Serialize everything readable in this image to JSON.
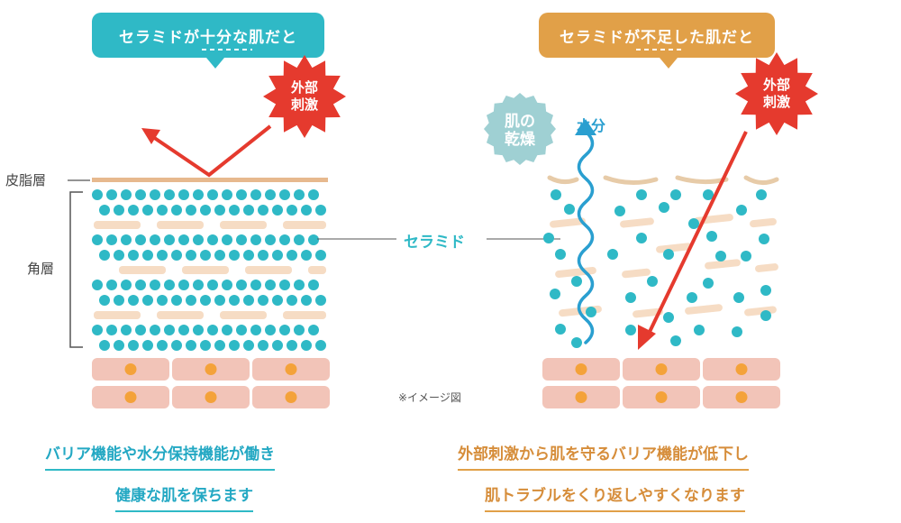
{
  "left_panel": {
    "bubble_text": "セラミドが十分な肌だと",
    "caption_line1": "バリア機能や水分保持機能が働き",
    "caption_line2": "健康な肌を保ちます",
    "burst_text": "外部\n刺激"
  },
  "right_panel": {
    "bubble_text": "セラミドが不足した肌だと",
    "caption_line1": "外部刺激から肌を守るバリア機能が低下し",
    "caption_line2": "肌トラブルをくり返しやすくなります",
    "burst_text": "外部\n刺激",
    "dryness_badge": "肌の\n乾燥",
    "water_label": "水分"
  },
  "labels": {
    "sebum_layer": "皮脂層",
    "stratum_corneum": "角層",
    "ceramide": "セラミド",
    "image_note": "※イメージ図"
  },
  "colors": {
    "teal": "#2fb9c6",
    "orange": "#e1a048",
    "red": "#e53a2e",
    "cell": "#f2c4b8",
    "nucleus": "#f4a23a",
    "lipid": "#f6dcc4"
  }
}
